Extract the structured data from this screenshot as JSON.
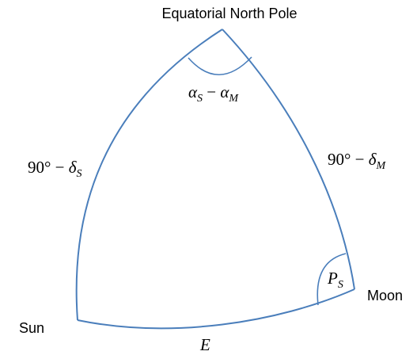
{
  "diagram": {
    "colors": {
      "edge": "#4a7ebb",
      "text": "#000000",
      "background": "#ffffff"
    },
    "vertices": {
      "pole": "Equatorial North Pole",
      "sun": "Sun",
      "moon": "Moon"
    },
    "labels": {
      "pole_angle": {
        "a": "α",
        "a_sub": "S",
        "op": " − ",
        "b": "α",
        "b_sub": "M"
      },
      "side_sun_pole": {
        "deg": "90° − ",
        "sym": "δ",
        "sub": "S"
      },
      "side_moon_pole": {
        "deg": "90° − ",
        "sym": "δ",
        "sub": "M"
      },
      "moon_angle": {
        "sym": "P",
        "sub": "S"
      },
      "side_sun_moon": "E"
    }
  }
}
